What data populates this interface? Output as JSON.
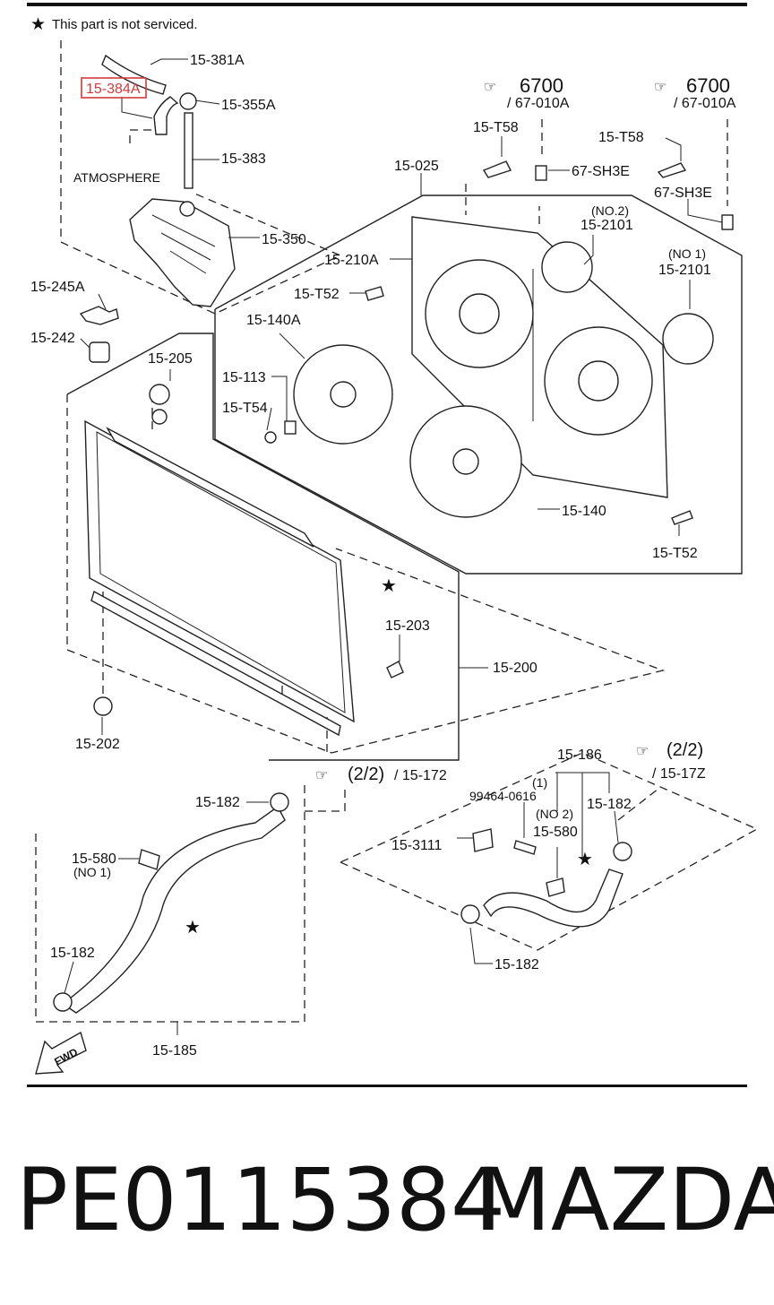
{
  "header_note": "This part is not serviced.",
  "highlight_color": "#d23a3a",
  "labels": {
    "l_15_381A": "15-381A",
    "l_15_384A": "15-384A",
    "l_15_355A": "15-355A",
    "l_15_383": "15-383",
    "l_atmosphere": "ATMOSPHERE",
    "l_15_350": "15-350",
    "l_15_025": "15-025",
    "l_15_T58_a": "15-T58",
    "l_67_SH3E_a": "67-SH3E",
    "l_6700_a": "6700",
    "l_67_010A_a": "/ 67-010A",
    "l_6700_b": "6700",
    "l_67_010A_b": "/ 67-010A",
    "l_15_T58_b": "15-T58",
    "l_67_SH3E_b": "67-SH3E",
    "l_no2_fan": "(NO.2)",
    "l_15_2101_a": "15-2101",
    "l_no1_fan": "(NO 1)",
    "l_15_2101_b": "15-2101",
    "l_15_210A": "15-210A",
    "l_15_T52_a": "15-T52",
    "l_15_245A": "15-245A",
    "l_15_242": "15-242",
    "l_15_140A": "15-140A",
    "l_15_205": "15-205",
    "l_15_113": "15-113",
    "l_15_T54": "15-T54",
    "l_15_140": "15-140",
    "l_15_T52_b": "15-T52",
    "l_15_203": "15-203",
    "l_15_200": "15-200",
    "l_15_202": "15-202",
    "l_15_186": "15-186",
    "l_22_a": "(2/2)",
    "l_15_172": "/ 15-172",
    "l_22_b": "(2/2)",
    "l_15_17Z": "/ 15-17Z",
    "l_15_182_a": "15-182",
    "l_99464": "99464-0616",
    "l_one": "(1)",
    "l_no2_clip": "(NO 2)",
    "l_15_182_b": "15-182",
    "l_15_580_a": "15-580",
    "l_no1_clip": "(NO 1)",
    "l_15_3111": "15-3111",
    "l_15_580_b": "15-580",
    "l_15_182_c": "15-182",
    "l_15_182_d": "15-182",
    "l_15_185": "15-185",
    "l_fwd": "FWD"
  },
  "footer": {
    "part_number": "PE0115384",
    "brand": "MAZDA"
  }
}
